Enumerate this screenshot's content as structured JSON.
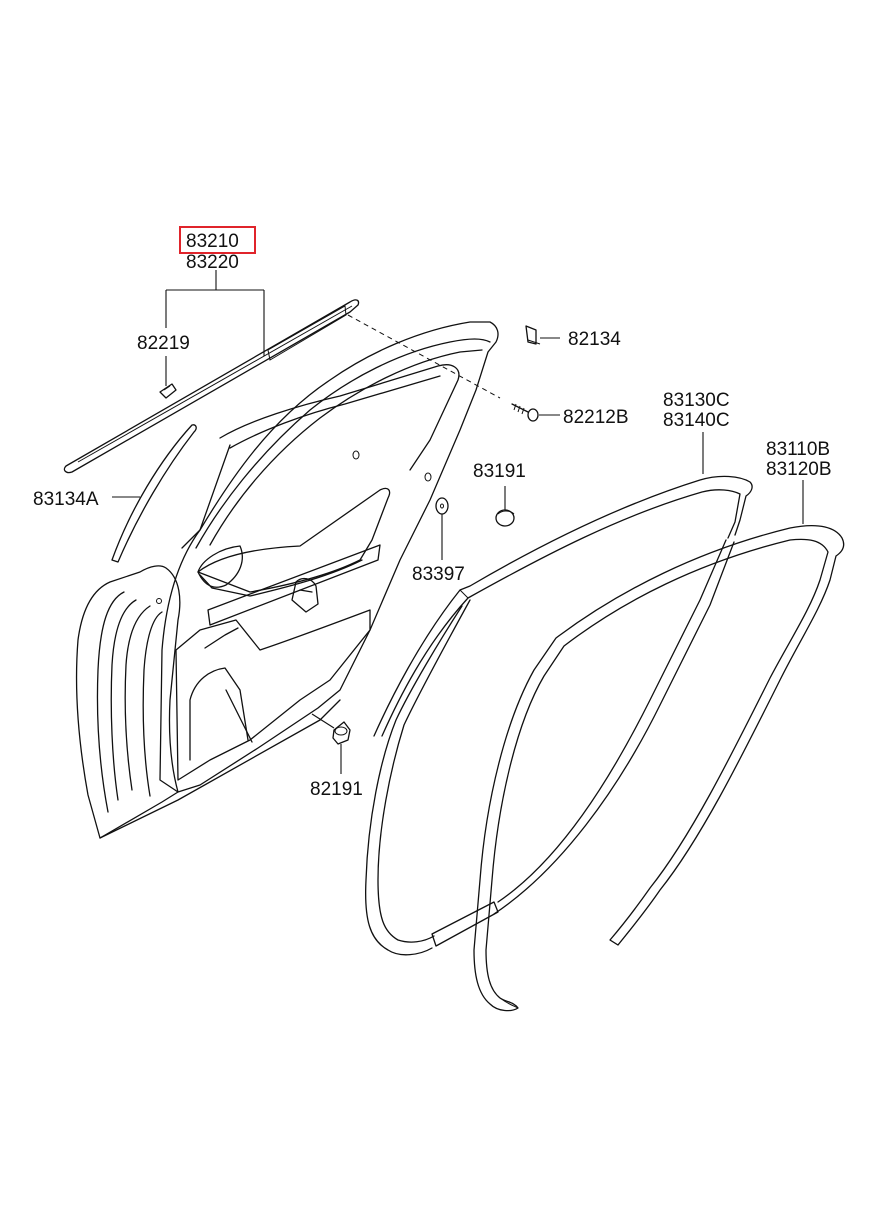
{
  "highlight_color": "#e0242b",
  "labels": {
    "p83210": "83210",
    "p83220": "83220",
    "p82219": "82219",
    "p82134": "82134",
    "p82212B": "82212B",
    "p83130C": "83130C",
    "p83140C": "83140C",
    "p83110B": "83110B",
    "p83120B": "83120B",
    "p83191": "83191",
    "p83134A": "83134A",
    "p83397": "83397",
    "p82191": "82191"
  }
}
